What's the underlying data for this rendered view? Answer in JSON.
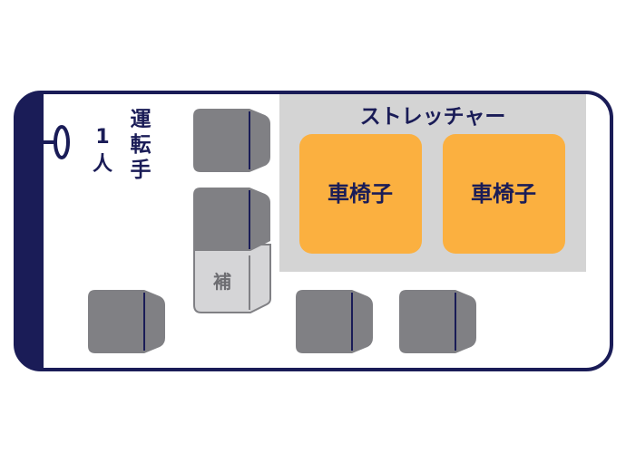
{
  "driver": {
    "count_label": "１人",
    "role_label": "運転手"
  },
  "stretcher_area": {
    "title": "ストレッチャー"
  },
  "wheelchairs": [
    {
      "label": "車椅子"
    },
    {
      "label": "車椅子"
    }
  ],
  "aux_seat": {
    "label": "補"
  },
  "colors": {
    "navy": "#1a1c57",
    "seat": "#808084",
    "aux_seat": "#d5d5d7",
    "area": "#d4d4d4",
    "wheelchair": "#fbb040"
  }
}
